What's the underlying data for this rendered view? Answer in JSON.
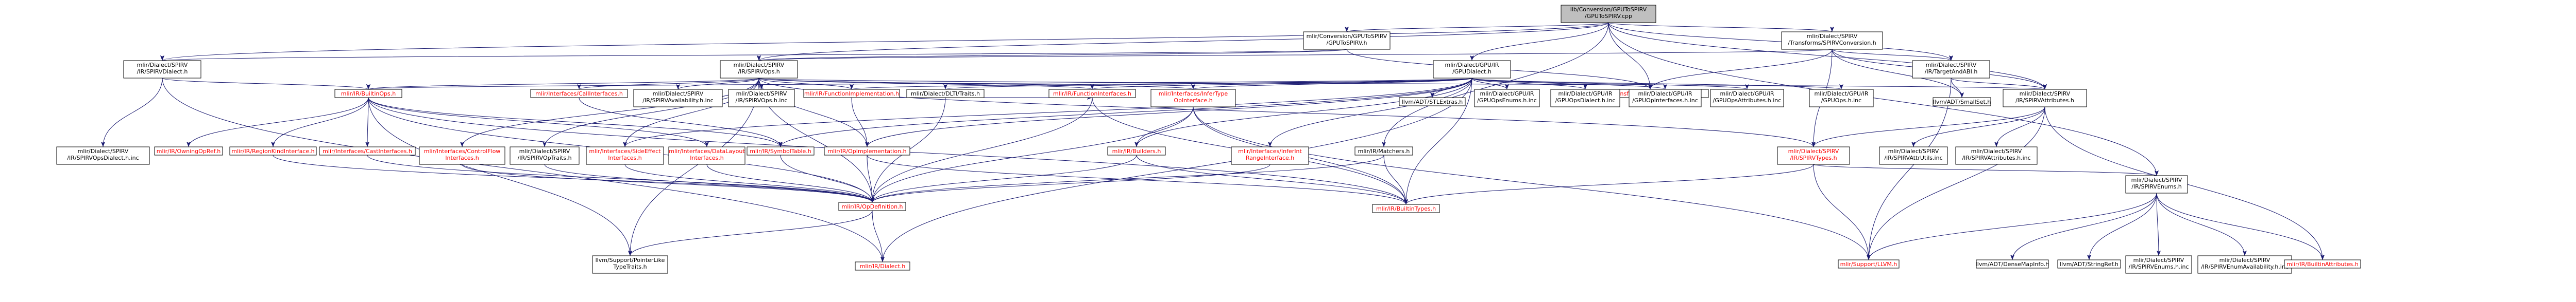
{
  "graph": {
    "nodes": [
      {
        "id": "root",
        "lines": [
          "lib/Conversion/GPUToSPIRV",
          "/GPUToSPIRV.cpp"
        ],
        "style": "root"
      },
      {
        "id": "n_gpu2spirv_h",
        "lines": [
          "mlir/Conversion/GPUToSPIRV",
          "/GPUToSPIRV.h"
        ],
        "style": "normal"
      },
      {
        "id": "n_spirvconv_h",
        "lines": [
          "mlir/Dialect/SPIRV",
          "/Transforms/SPIRVConversion.h"
        ],
        "style": "normal"
      },
      {
        "id": "n_spirvdialect_h",
        "lines": [
          "mlir/Dialect/SPIRV",
          "/IR/SPIRVDialect.h"
        ],
        "style": "normal"
      },
      {
        "id": "n_gpudialect_h",
        "lines": [
          "mlir/Dialect/GPU/IR",
          "/GPUDialect.h"
        ],
        "style": "normal"
      },
      {
        "id": "n_spirvops_h",
        "lines": [
          "mlir/Dialect/SPIRV",
          "/IR/SPIRVOps.h"
        ],
        "style": "normal"
      },
      {
        "id": "n_targetandabi_h",
        "lines": [
          "mlir/Dialect/SPIRV",
          "/IR/TargetAndABI.h"
        ],
        "style": "normal"
      },
      {
        "id": "n_spirvattributes_h",
        "lines": [
          "mlir/Dialect/SPIRV",
          "/IR/SPIRVAttributes.h"
        ],
        "style": "normal"
      },
      {
        "id": "n_dialectconversion_h",
        "lines": [
          "mlir/Transforms/DialectConversion.h"
        ],
        "style": "red"
      },
      {
        "id": "n_spirvopsdialect_inc",
        "lines": [
          "mlir/Dialect/SPIRV",
          "/IR/SPIRVOpsDialect.h.inc"
        ],
        "style": "gray"
      },
      {
        "id": "n_builtinops_h",
        "lines": [
          "mlir/IR/BuiltinOps.h"
        ],
        "style": "red"
      },
      {
        "id": "n_callinterfaces_h",
        "lines": [
          "mlir/Interfaces/CallInterfaces.h"
        ],
        "style": "red"
      },
      {
        "id": "n_spirvavail_inc",
        "lines": [
          "mlir/Dialect/SPIRV",
          "/IR/SPIRVAvailability.h.inc"
        ],
        "style": "gray"
      },
      {
        "id": "n_spirvopsh_inc",
        "lines": [
          "mlir/Dialect/SPIRV",
          "/IR/SPIRVOps.h.inc"
        ],
        "style": "gray"
      },
      {
        "id": "n_dlti_h",
        "lines": [
          "mlir/Dialect/DLTI/Traits.h"
        ],
        "style": "normal"
      },
      {
        "id": "n_functionimpl_h",
        "lines": [
          "mlir/IR/FunctionImplementation.h"
        ],
        "style": "red"
      },
      {
        "id": "n_infertype_h",
        "lines": [
          "mlir/Interfaces/InferType",
          "OpInterface.h"
        ],
        "style": "red"
      },
      {
        "id": "n_stlextras_h",
        "lines": [
          "llvm/ADT/STLExtras.h"
        ],
        "style": "gray"
      },
      {
        "id": "n_gpuopsenums_inc",
        "lines": [
          "mlir/Dialect/GPU/IR",
          "/GPUOpsEnums.h.inc"
        ],
        "style": "gray"
      },
      {
        "id": "n_gpuopsdialect_inc",
        "lines": [
          "mlir/Dialect/GPU/IR",
          "/GPUOpsDialect.h.inc"
        ],
        "style": "gray"
      },
      {
        "id": "n_gpuopinterfaces_inc",
        "lines": [
          "mlir/Dialect/GPU/IR",
          "/GPUOpInterfaces.h.inc"
        ],
        "style": "gray"
      },
      {
        "id": "n_gpuopsattrs_inc",
        "lines": [
          "mlir/Dialect/GPU/IR",
          "/GPUOpsAttributes.h.inc"
        ],
        "style": "gray"
      },
      {
        "id": "n_gpuopsh_inc",
        "lines": [
          "mlir/Dialect/GPU/IR",
          "/GPUOps.h.inc"
        ],
        "style": "gray"
      },
      {
        "id": "n_smallset_h",
        "lines": [
          "llvm/ADT/SmallSet.h"
        ],
        "style": "gray"
      },
      {
        "id": "n_owningopref_h",
        "lines": [
          "mlir/IR/OwningOpRef.h"
        ],
        "style": "red"
      },
      {
        "id": "n_regionkind_h",
        "lines": [
          "mlir/IR/RegionKindInterface.h"
        ],
        "style": "red"
      },
      {
        "id": "n_castinterfaces_h",
        "lines": [
          "mlir/Interfaces/CastInterfaces.h"
        ],
        "style": "red"
      },
      {
        "id": "n_controlflow_h",
        "lines": [
          "mlir/Interfaces/ControlFlow",
          "Interfaces.h"
        ],
        "style": "red"
      },
      {
        "id": "n_spirvoptraits_h",
        "lines": [
          "mlir/Dialect/SPIRV",
          "/IR/SPIRVOpTraits.h"
        ],
        "style": "normal"
      },
      {
        "id": "n_sideeffect_h",
        "lines": [
          "mlir/Interfaces/SideEffect",
          "Interfaces.h"
        ],
        "style": "red"
      },
      {
        "id": "n_datalayout_h",
        "lines": [
          "mlir/Interfaces/DataLayout",
          "Interfaces.h"
        ],
        "style": "red"
      },
      {
        "id": "n_opimplementation_h",
        "lines": [
          "mlir/IR/OpImplementation.h"
        ],
        "style": "red"
      },
      {
        "id": "n_symboltable_h",
        "lines": [
          "mlir/IR/SymbolTable.h"
        ],
        "style": "red"
      },
      {
        "id": "n_builders_h",
        "lines": [
          "mlir/IR/Builders.h"
        ],
        "style": "red"
      },
      {
        "id": "n_inferintrange_h",
        "lines": [
          "mlir/Interfaces/InferInt",
          "RangeInterface.h"
        ],
        "style": "red"
      },
      {
        "id": "n_functioninterfaces_h",
        "lines": [
          "mlir/IR/FunctionInterfaces.h"
        ],
        "style": "red"
      },
      {
        "id": "n_matchers_h",
        "lines": [
          "mlir/IR/Matchers.h"
        ],
        "style": "normal"
      },
      {
        "id": "n_spirvtypes_h",
        "lines": [
          "mlir/Dialect/SPIRV",
          "/IR/SPIRVTypes.h"
        ],
        "style": "red"
      },
      {
        "id": "n_spirvattrutils_inc",
        "lines": [
          "mlir/Dialect/SPIRV",
          "/IR/SPIRVAttrUtils.inc"
        ],
        "style": "gray"
      },
      {
        "id": "n_spirvattributes_inc",
        "lines": [
          "mlir/Dialect/SPIRV",
          "/IR/SPIRVAttributes.h.inc"
        ],
        "style": "gray"
      },
      {
        "id": "n_spirvenums_h",
        "lines": [
          "mlir/Dialect/SPIRV",
          "/IR/SPIRVEnums.h"
        ],
        "style": "normal"
      },
      {
        "id": "n_pointerlike_h",
        "lines": [
          "llvm/Support/PointerLike",
          "TypeTraits.h"
        ],
        "style": "gray"
      },
      {
        "id": "n_opdefinition_h",
        "lines": [
          "mlir/IR/OpDefinition.h"
        ],
        "style": "red"
      },
      {
        "id": "n_builtintypes_h",
        "lines": [
          "mlir/IR/BuiltinTypes.h"
        ],
        "style": "red"
      },
      {
        "id": "n_dialect_h",
        "lines": [
          "mlir/IR/Dialect.h"
        ],
        "style": "red"
      },
      {
        "id": "n_llvm_h",
        "lines": [
          "mlir/Support/LLVM.h"
        ],
        "style": "red"
      },
      {
        "id": "n_densemapinfo_h",
        "lines": [
          "llvm/ADT/DenseMapInfo.h"
        ],
        "style": "gray"
      },
      {
        "id": "n_stringref_h",
        "lines": [
          "llvm/ADT/StringRef.h"
        ],
        "style": "gray"
      },
      {
        "id": "n_spirvenums_inc",
        "lines": [
          "mlir/Dialect/SPIRV",
          "/IR/SPIRVEnums.h.inc"
        ],
        "style": "gray"
      },
      {
        "id": "n_spirvenumavail_inc",
        "lines": [
          "mlir/Dialect/SPIRV",
          "/IR/SPIRVEnumAvailability.h.inc"
        ],
        "style": "gray"
      },
      {
        "id": "n_builtinattributes_h",
        "lines": [
          "mlir/IR/BuiltinAttributes.h"
        ],
        "style": "red"
      }
    ],
    "edges": [
      [
        "root",
        "n_gpu2spirv_h"
      ],
      [
        "root",
        "n_spirvconv_h"
      ],
      [
        "root",
        "n_spirvdialect_h"
      ],
      [
        "root",
        "n_gpudialect_h"
      ],
      [
        "root",
        "n_spirvops_h"
      ],
      [
        "root",
        "n_targetandabi_h"
      ],
      [
        "root",
        "n_spirvattributes_h"
      ],
      [
        "root",
        "n_dialectconversion_h"
      ],
      [
        "root",
        "n_matchers_h"
      ],
      [
        "root",
        "n_spirvenums_h"
      ],
      [
        "n_gpu2spirv_h",
        "n_dialectconversion_h"
      ],
      [
        "n_gpu2spirv_h",
        "n_spirvops_h"
      ],
      [
        "n_gpu2spirv_h",
        "n_spirvdialect_h"
      ],
      [
        "n_spirvconv_h",
        "n_dialectconversion_h"
      ],
      [
        "n_spirvconv_h",
        "n_spirvops_h"
      ],
      [
        "n_spirvconv_h",
        "n_targetandabi_h"
      ],
      [
        "n_spirvconv_h",
        "n_spirvattributes_h"
      ],
      [
        "n_spirvconv_h",
        "n_spirvtypes_h"
      ],
      [
        "n_spirvconv_h",
        "n_smallset_h"
      ],
      [
        "n_spirvdialect_h",
        "n_spirvopsdialect_inc"
      ],
      [
        "n_spirvdialect_h",
        "n_builtinops_h"
      ],
      [
        "n_spirvdialect_h",
        "n_dialect_h"
      ],
      [
        "n_gpudialect_h",
        "n_dlti_h"
      ],
      [
        "n_gpudialect_h",
        "n_functionimpl_h"
      ],
      [
        "n_gpudialect_h",
        "n_infertype_h"
      ],
      [
        "n_gpudialect_h",
        "n_stlextras_h"
      ],
      [
        "n_gpudialect_h",
        "n_gpuopsenums_inc"
      ],
      [
        "n_gpudialect_h",
        "n_gpuopsdialect_inc"
      ],
      [
        "n_gpudialect_h",
        "n_gpuopinterfaces_inc"
      ],
      [
        "n_gpudialect_h",
        "n_gpuopsattrs_inc"
      ],
      [
        "n_gpudialect_h",
        "n_gpuopsh_inc"
      ],
      [
        "n_gpudialect_h",
        "n_builtinops_h"
      ],
      [
        "n_gpudialect_h",
        "n_sideeffect_h"
      ],
      [
        "n_gpudialect_h",
        "n_opimplementation_h"
      ],
      [
        "n_gpudialect_h",
        "n_symboltable_h"
      ],
      [
        "n_gpudialect_h",
        "n_builders_h"
      ],
      [
        "n_gpudialect_h",
        "n_inferintrange_h"
      ],
      [
        "n_gpudialect_h",
        "n_functioninterfaces_h"
      ],
      [
        "n_gpudialect_h",
        "n_builtintypes_h"
      ],
      [
        "n_gpudialect_h",
        "n_dialect_h"
      ],
      [
        "n_spirvops_h",
        "n_builtinops_h"
      ],
      [
        "n_spirvops_h",
        "n_callinterfaces_h"
      ],
      [
        "n_spirvops_h",
        "n_spirvavail_inc"
      ],
      [
        "n_spirvops_h",
        "n_spirvopsh_inc"
      ],
      [
        "n_spirvops_h",
        "n_functionimpl_h"
      ],
      [
        "n_spirvops_h",
        "n_infertype_h"
      ],
      [
        "n_spirvops_h",
        "n_controlflow_h"
      ],
      [
        "n_spirvops_h",
        "n_spirvoptraits_h"
      ],
      [
        "n_spirvops_h",
        "n_sideeffect_h"
      ],
      [
        "n_spirvops_h",
        "n_opimplementation_h"
      ],
      [
        "n_spirvops_h",
        "n_functioninterfaces_h"
      ],
      [
        "n_spirvops_h",
        "n_pointerlike_h"
      ],
      [
        "n_spirvops_h",
        "n_spirvattributes_h"
      ],
      [
        "n_spirvops_h",
        "n_spirvtypes_h"
      ],
      [
        "n_spirvops_h",
        "n_opdefinition_h"
      ],
      [
        "n_targetandabi_h",
        "n_smallset_h"
      ],
      [
        "n_targetandabi_h",
        "n_spirvattributes_h"
      ],
      [
        "n_targetandabi_h",
        "n_llvm_h"
      ],
      [
        "n_spirvattributes_h",
        "n_spirvtypes_h"
      ],
      [
        "n_spirvattributes_h",
        "n_spirvattrutils_inc"
      ],
      [
        "n_spirvattributes_h",
        "n_spirvattributes_inc"
      ],
      [
        "n_spirvattributes_h",
        "n_builtinattributes_h"
      ],
      [
        "n_spirvattributes_h",
        "n_llvm_h"
      ],
      [
        "n_builtinops_h",
        "n_owningopref_h"
      ],
      [
        "n_builtinops_h",
        "n_regionkind_h"
      ],
      [
        "n_builtinops_h",
        "n_castinterfaces_h"
      ],
      [
        "n_builtinops_h",
        "n_datalayout_h"
      ],
      [
        "n_builtinops_h",
        "n_symboltable_h"
      ],
      [
        "n_builtinops_h",
        "n_builtintypes_h"
      ],
      [
        "n_builtinops_h",
        "n_opdefinition_h"
      ],
      [
        "n_builtinops_h",
        "n_pointerlike_h"
      ],
      [
        "n_callinterfaces_h",
        "n_symboltable_h"
      ],
      [
        "n_dlti_h",
        "n_opdefinition_h"
      ],
      [
        "n_functionimpl_h",
        "n_functioninterfaces_h"
      ],
      [
        "n_functionimpl_h",
        "n_opimplementation_h"
      ],
      [
        "n_infertype_h",
        "n_builders_h"
      ],
      [
        "n_infertype_h",
        "n_opdefinition_h"
      ],
      [
        "n_infertype_h",
        "n_builtintypes_h"
      ],
      [
        "n_infertype_h",
        "n_llvm_h"
      ],
      [
        "n_regionkind_h",
        "n_opdefinition_h"
      ],
      [
        "n_castinterfaces_h",
        "n_opdefinition_h"
      ],
      [
        "n_controlflow_h",
        "n_opdefinition_h"
      ],
      [
        "n_spirvoptraits_h",
        "n_opdefinition_h"
      ],
      [
        "n_sideeffect_h",
        "n_opdefinition_h"
      ],
      [
        "n_datalayout_h",
        "n_opdefinition_h"
      ],
      [
        "n_opimplementation_h",
        "n_opdefinition_h"
      ],
      [
        "n_opimplementation_h",
        "n_builtintypes_h"
      ],
      [
        "n_symboltable_h",
        "n_opdefinition_h"
      ],
      [
        "n_builders_h",
        "n_opdefinition_h"
      ],
      [
        "n_builders_h",
        "n_builtintypes_h"
      ],
      [
        "n_inferintrange_h",
        "n_opdefinition_h"
      ],
      [
        "n_functioninterfaces_h",
        "n_opdefinition_h"
      ],
      [
        "n_functioninterfaces_h",
        "n_builtintypes_h"
      ],
      [
        "n_matchers_h",
        "n_opdefinition_h"
      ],
      [
        "n_matchers_h",
        "n_builtintypes_h"
      ],
      [
        "n_spirvtypes_h",
        "n_spirvenums_h"
      ],
      [
        "n_spirvtypes_h",
        "n_builtintypes_h"
      ],
      [
        "n_spirvtypes_h",
        "n_llvm_h"
      ],
      [
        "n_spirvenums_h",
        "n_llvm_h"
      ],
      [
        "n_spirvenums_h",
        "n_densemapinfo_h"
      ],
      [
        "n_spirvenums_h",
        "n_stringref_h"
      ],
      [
        "n_spirvenums_h",
        "n_spirvenums_inc"
      ],
      [
        "n_spirvenums_h",
        "n_spirvenumavail_inc"
      ],
      [
        "n_spirvenums_h",
        "n_builtinattributes_h"
      ],
      [
        "n_opdefinition_h",
        "n_dialect_h"
      ],
      [
        "n_opdefinition_h",
        "n_pointerlike_h"
      ]
    ]
  },
  "colors": {
    "edge": "#191970",
    "node_border": "#000000",
    "root_fill": "#bfbfbf",
    "node_fill": "#ffffff",
    "red_text": "#ff0000",
    "gray_border": "#bfbfbf"
  }
}
